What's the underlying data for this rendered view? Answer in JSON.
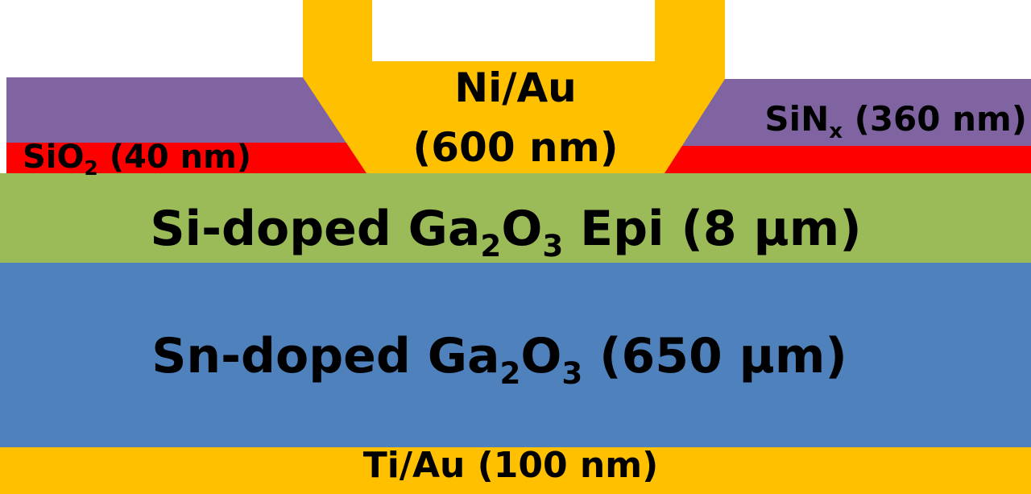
{
  "colors": {
    "metal": "#FFC000",
    "sinx": "#8064A2",
    "sio2": "#FF0000",
    "epi": "#9BBB59",
    "substrate": "#4F81BD",
    "text": "#000000"
  },
  "labels": {
    "anode": {
      "line1": "Ni/Au",
      "line2": "(600 nm)"
    },
    "sinx": {
      "prefix": "SiN",
      "sub": "x",
      "suffix": " (360 nm)"
    },
    "sio2": {
      "prefix": "SiO",
      "sub": "2",
      "suffix": " (40 nm)"
    },
    "epi": {
      "prefix": "Si-doped Ga",
      "sub1": "2",
      "mid": "O",
      "sub2": "3",
      "suffix": " Epi (8 µm)"
    },
    "substrate": {
      "prefix": "Sn-doped Ga",
      "sub1": "2",
      "mid": "O",
      "sub2": "3",
      "suffix": " (650 µm)"
    },
    "cathode": "Ti/Au (100 nm)"
  }
}
